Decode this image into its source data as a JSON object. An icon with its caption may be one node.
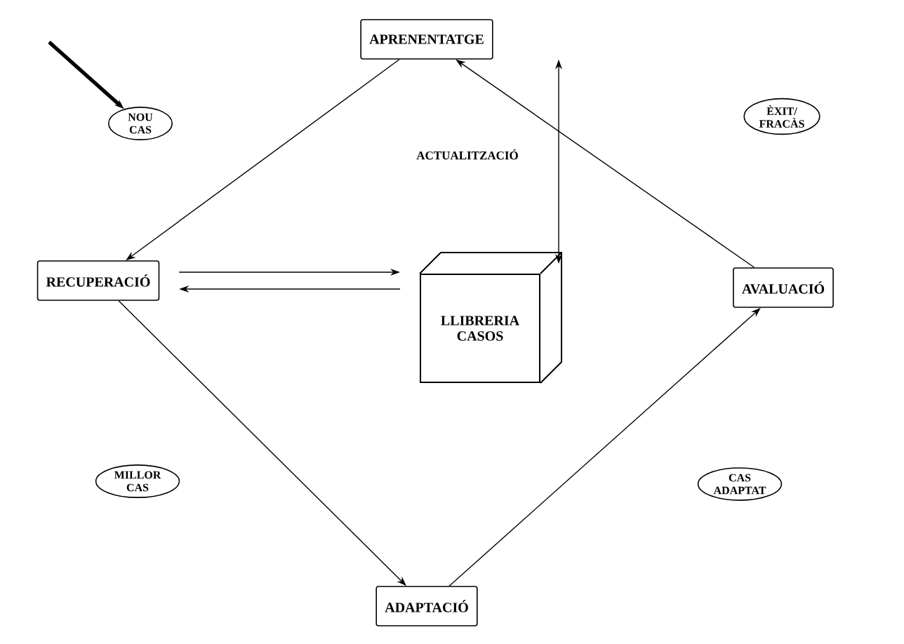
{
  "diagram": {
    "nodes": [
      {
        "text": [
          "APRENENTATGE"
        ]
      },
      {
        "text": [
          "NOU CAS"
        ]
      },
      {
        "text": [
          "ÈXIT/ FRACÀS"
        ]
      },
      {
        "text": [
          "RECUPERACIÓ"
        ]
      },
      {
        "text": [
          "LLIBRERIA CASOS"
        ]
      },
      {
        "text": [
          "AVALUACIÓ"
        ]
      },
      {
        "text": [
          "MILLOR CAS"
        ]
      },
      {
        "text": [
          "CAS ADAPTAT"
        ]
      },
      {
        "text": [
          "ADAPTACIÓ"
        ]
      }
    ],
    "edges": [
      {
        "from": null,
        "to": 1,
        "arrow": "to",
        "style": "thick"
      },
      {
        "from": 0,
        "to": 3,
        "arrow": "to"
      },
      {
        "from": 3,
        "to": 4,
        "arrow": "to"
      },
      {
        "from": 4,
        "to": 3,
        "arrow": "to"
      },
      {
        "from": 0,
        "to": 4,
        "arrow": "both",
        "label": "ACTUALITZACIÓ"
      },
      {
        "from": 3,
        "to": 8,
        "arrow": "to"
      },
      {
        "from": 8,
        "to": 5,
        "arrow": "to"
      },
      {
        "from": 5,
        "to": 0,
        "arrow": "to"
      }
    ]
  }
}
